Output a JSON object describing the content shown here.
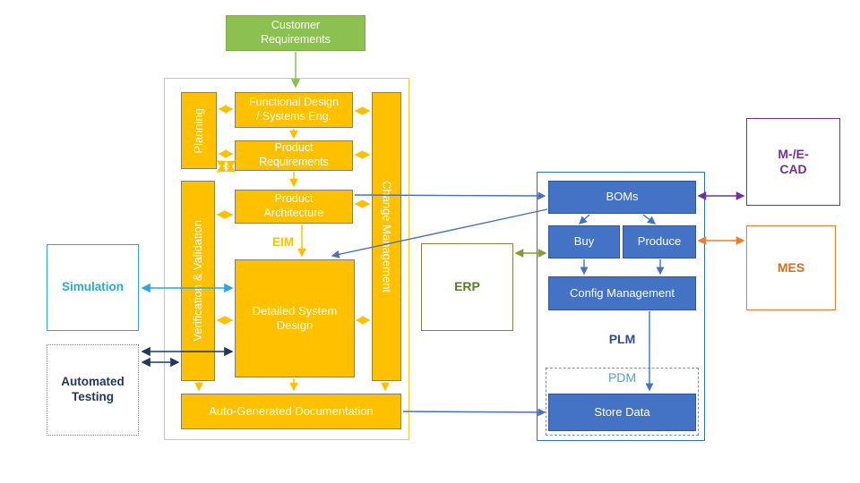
{
  "diagram": {
    "customer_requirements": "Customer\nRequirements",
    "eng_container": {
      "planning": "Planning",
      "functional_design": "Functional Design\n/ Systems Eng.",
      "product_requirements": "Product\nRequirements",
      "product_architecture": "Product\nArchitecture",
      "eim_label": "EIM",
      "verification_validation": "Verification & Validation",
      "change_management": "Change Management",
      "detailed_system_design": "Detailed System\nDesign",
      "auto_generated_documentation": "Auto-Generated Documentation"
    },
    "left_side": {
      "simulation": "Simulation",
      "automated_testing": "Automated\nTesting"
    },
    "erp": "ERP",
    "plm_container": {
      "boms": "BOMs",
      "buy": "Buy",
      "produce": "Produce",
      "config_management": "Config Management",
      "plm_label": "PLM",
      "pdm_label": "PDM",
      "store_data": "Store Data"
    },
    "right_side": {
      "mecad": "M-/E-\nCAD",
      "mes": "MES"
    },
    "colors": {
      "process_yellow": "#FFC000",
      "box_border_gray": "#7F7F7F",
      "customer_green": "#8CC152",
      "plm_blue_fill": "#4472C4",
      "plm_container_blue": "#2E75B6",
      "pdm_light_blue": "#5B9BD5",
      "plm_text_blue": "#2A4BA5",
      "simulation_cyan": "#29A9E1",
      "testing_navy": "#1F3864",
      "erp_olive": "#567C2E",
      "cad_purple": "#7030A0",
      "mes_orange": "#ED7D31"
    }
  }
}
